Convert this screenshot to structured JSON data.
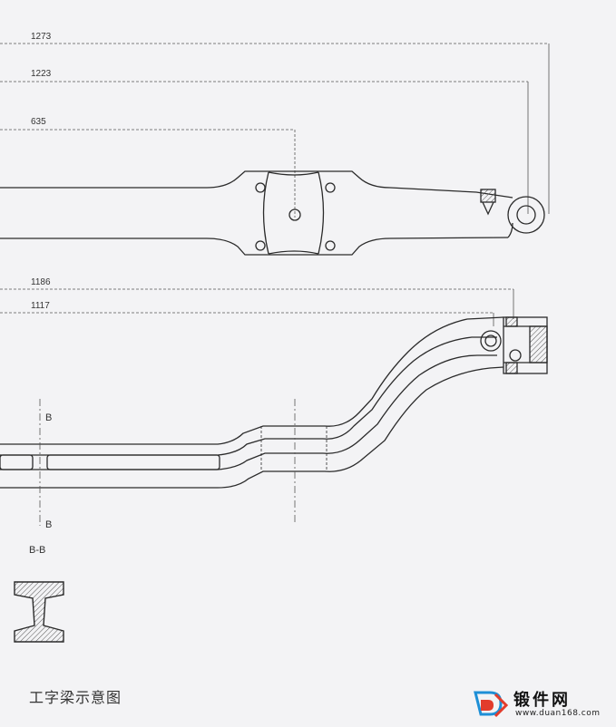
{
  "dimensions": {
    "top_beam": [
      "1273",
      "1223",
      "635"
    ],
    "bottom_beam": [
      "1186",
      "1117"
    ]
  },
  "section_marks": {
    "upper": "B",
    "lower": "B",
    "section_title": "B-B"
  },
  "caption": "工字梁示意图",
  "watermark": {
    "name": "锻件网",
    "url": "www.duan168.com"
  },
  "colors": {
    "line": "#2b2b2b",
    "paper": "#f3f3f5",
    "logo_blue": "#1e8fd6",
    "logo_red": "#e23c2c"
  }
}
